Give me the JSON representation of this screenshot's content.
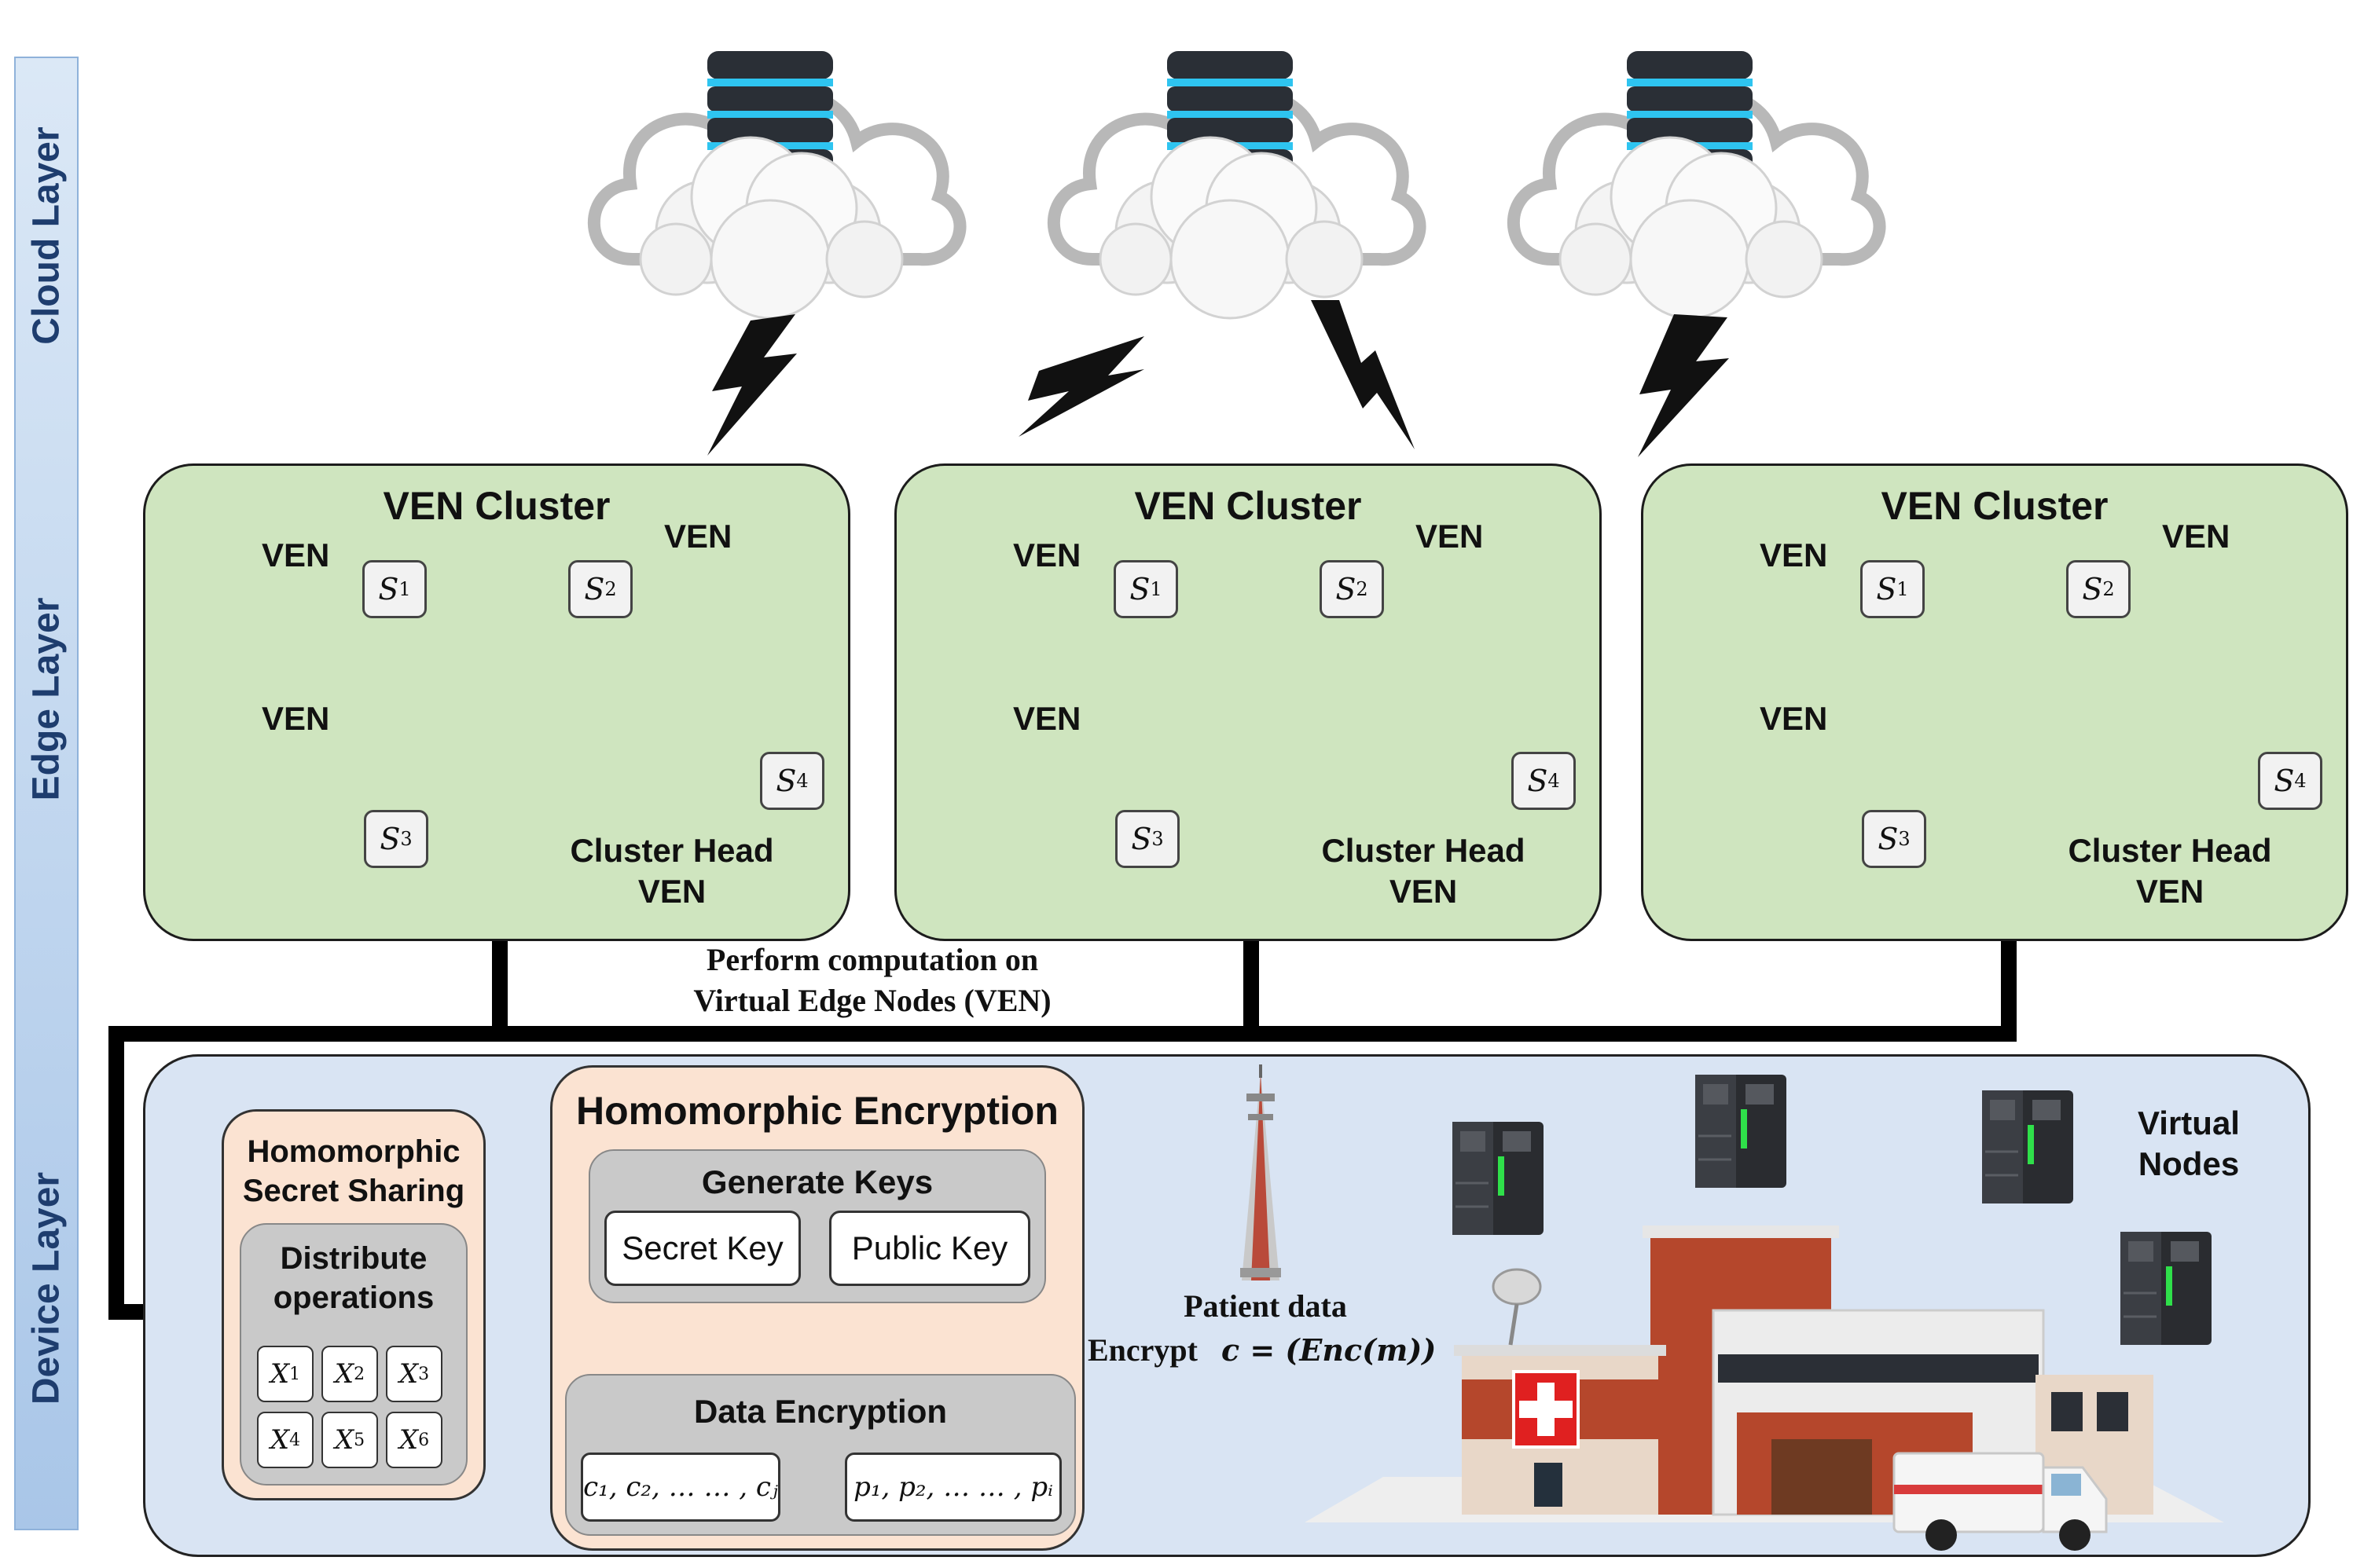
{
  "layers": {
    "cloud": "Cloud Layer",
    "edge": "Edge Layer",
    "device": "Device Layer"
  },
  "clusters": [
    {
      "title": "VEN Cluster",
      "ven_top_left": "VEN",
      "ven_top_right": "VEN",
      "ven_bottom_left": "VEN",
      "head_line1": "Cluster Head",
      "head_line2": "VEN",
      "shares": [
        "1",
        "2",
        "3",
        "4"
      ]
    },
    {
      "title": "VEN Cluster",
      "ven_top_left": "VEN",
      "ven_top_right": "VEN",
      "ven_bottom_left": "VEN",
      "head_line1": "Cluster Head",
      "head_line2": "VEN",
      "shares": [
        "1",
        "2",
        "3",
        "4"
      ]
    },
    {
      "title": "VEN Cluster",
      "ven_top_left": "VEN",
      "ven_top_right": "VEN",
      "ven_bottom_left": "VEN",
      "head_line1": "Cluster Head",
      "head_line2": "VEN",
      "shares": [
        "1",
        "2",
        "3",
        "4"
      ]
    }
  ],
  "share_symbol": "S",
  "computation_caption": {
    "line1": "Perform  computation  on",
    "line2": "Virtual  Edge Nodes (VEN)"
  },
  "hss": {
    "title_line1": "Homomorphic",
    "title_line2": "Secret Sharing",
    "distribute_line1": "Distribute",
    "distribute_line2": "operations",
    "x_symbol": "X",
    "x_indices": [
      "1",
      "2",
      "3",
      "4",
      "5",
      "6"
    ]
  },
  "he": {
    "title": "Homomorphic Encryption",
    "generate_keys": "Generate Keys",
    "secret_key": "Secret Key",
    "public_key": "Public Key",
    "data_encryption": "Data Encryption",
    "ciphertexts": "c₁, c₂, … … , cⱼ",
    "plaintexts": "p₁, p₂, … … , pᵢ"
  },
  "patient": {
    "line1": "Patient data",
    "encrypt": "Encrypt",
    "formula": "c = (Enc(m))"
  },
  "virtual_nodes": {
    "line1": "Virtual",
    "line2": "Nodes"
  },
  "colors": {
    "cluster_fill": "#cfe5bf",
    "device_fill": "#d9e4f3",
    "panel_fill": "#fbe3d2",
    "inner_fill": "#c9c9c9",
    "arrow_blue": "#5b9bd5",
    "hospital_red": "#b5472c",
    "cross_red": "#e02020"
  }
}
